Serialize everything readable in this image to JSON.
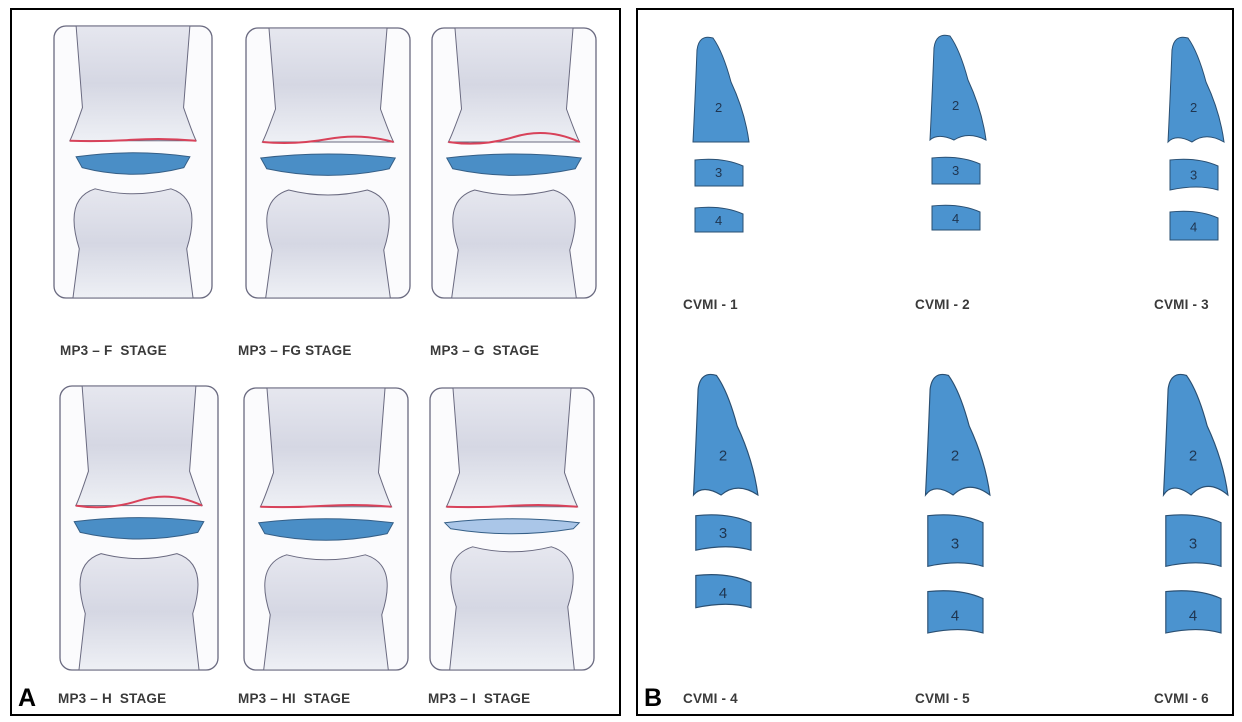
{
  "panel_a": {
    "letter": "A",
    "stages": [
      {
        "label": "MP3 – F  STAGE"
      },
      {
        "label": "MP3 – FG STAGE"
      },
      {
        "label": "MP3 – G  STAGE"
      },
      {
        "label": "MP3 – H  STAGE"
      },
      {
        "label": "MP3 – HI  STAGE"
      },
      {
        "label": "MP3 – I  STAGE"
      }
    ]
  },
  "panel_b": {
    "letter": "B",
    "stages": [
      {
        "label": "CVMI - 1"
      },
      {
        "label": "CVMI - 2"
      },
      {
        "label": "CVMI - 3"
      },
      {
        "label": "CVMI - 4"
      },
      {
        "label": "CVMI - 5"
      },
      {
        "label": "CVMI - 6"
      }
    ],
    "vertebra_numbers": [
      "2",
      "3",
      "4"
    ]
  },
  "colors": {
    "epiphysis_blue": "#4a8ec6",
    "growth_line_red": "#d8425a",
    "bone_outline": "#6a6a80",
    "vertebra_blue": "#4b93cf"
  }
}
